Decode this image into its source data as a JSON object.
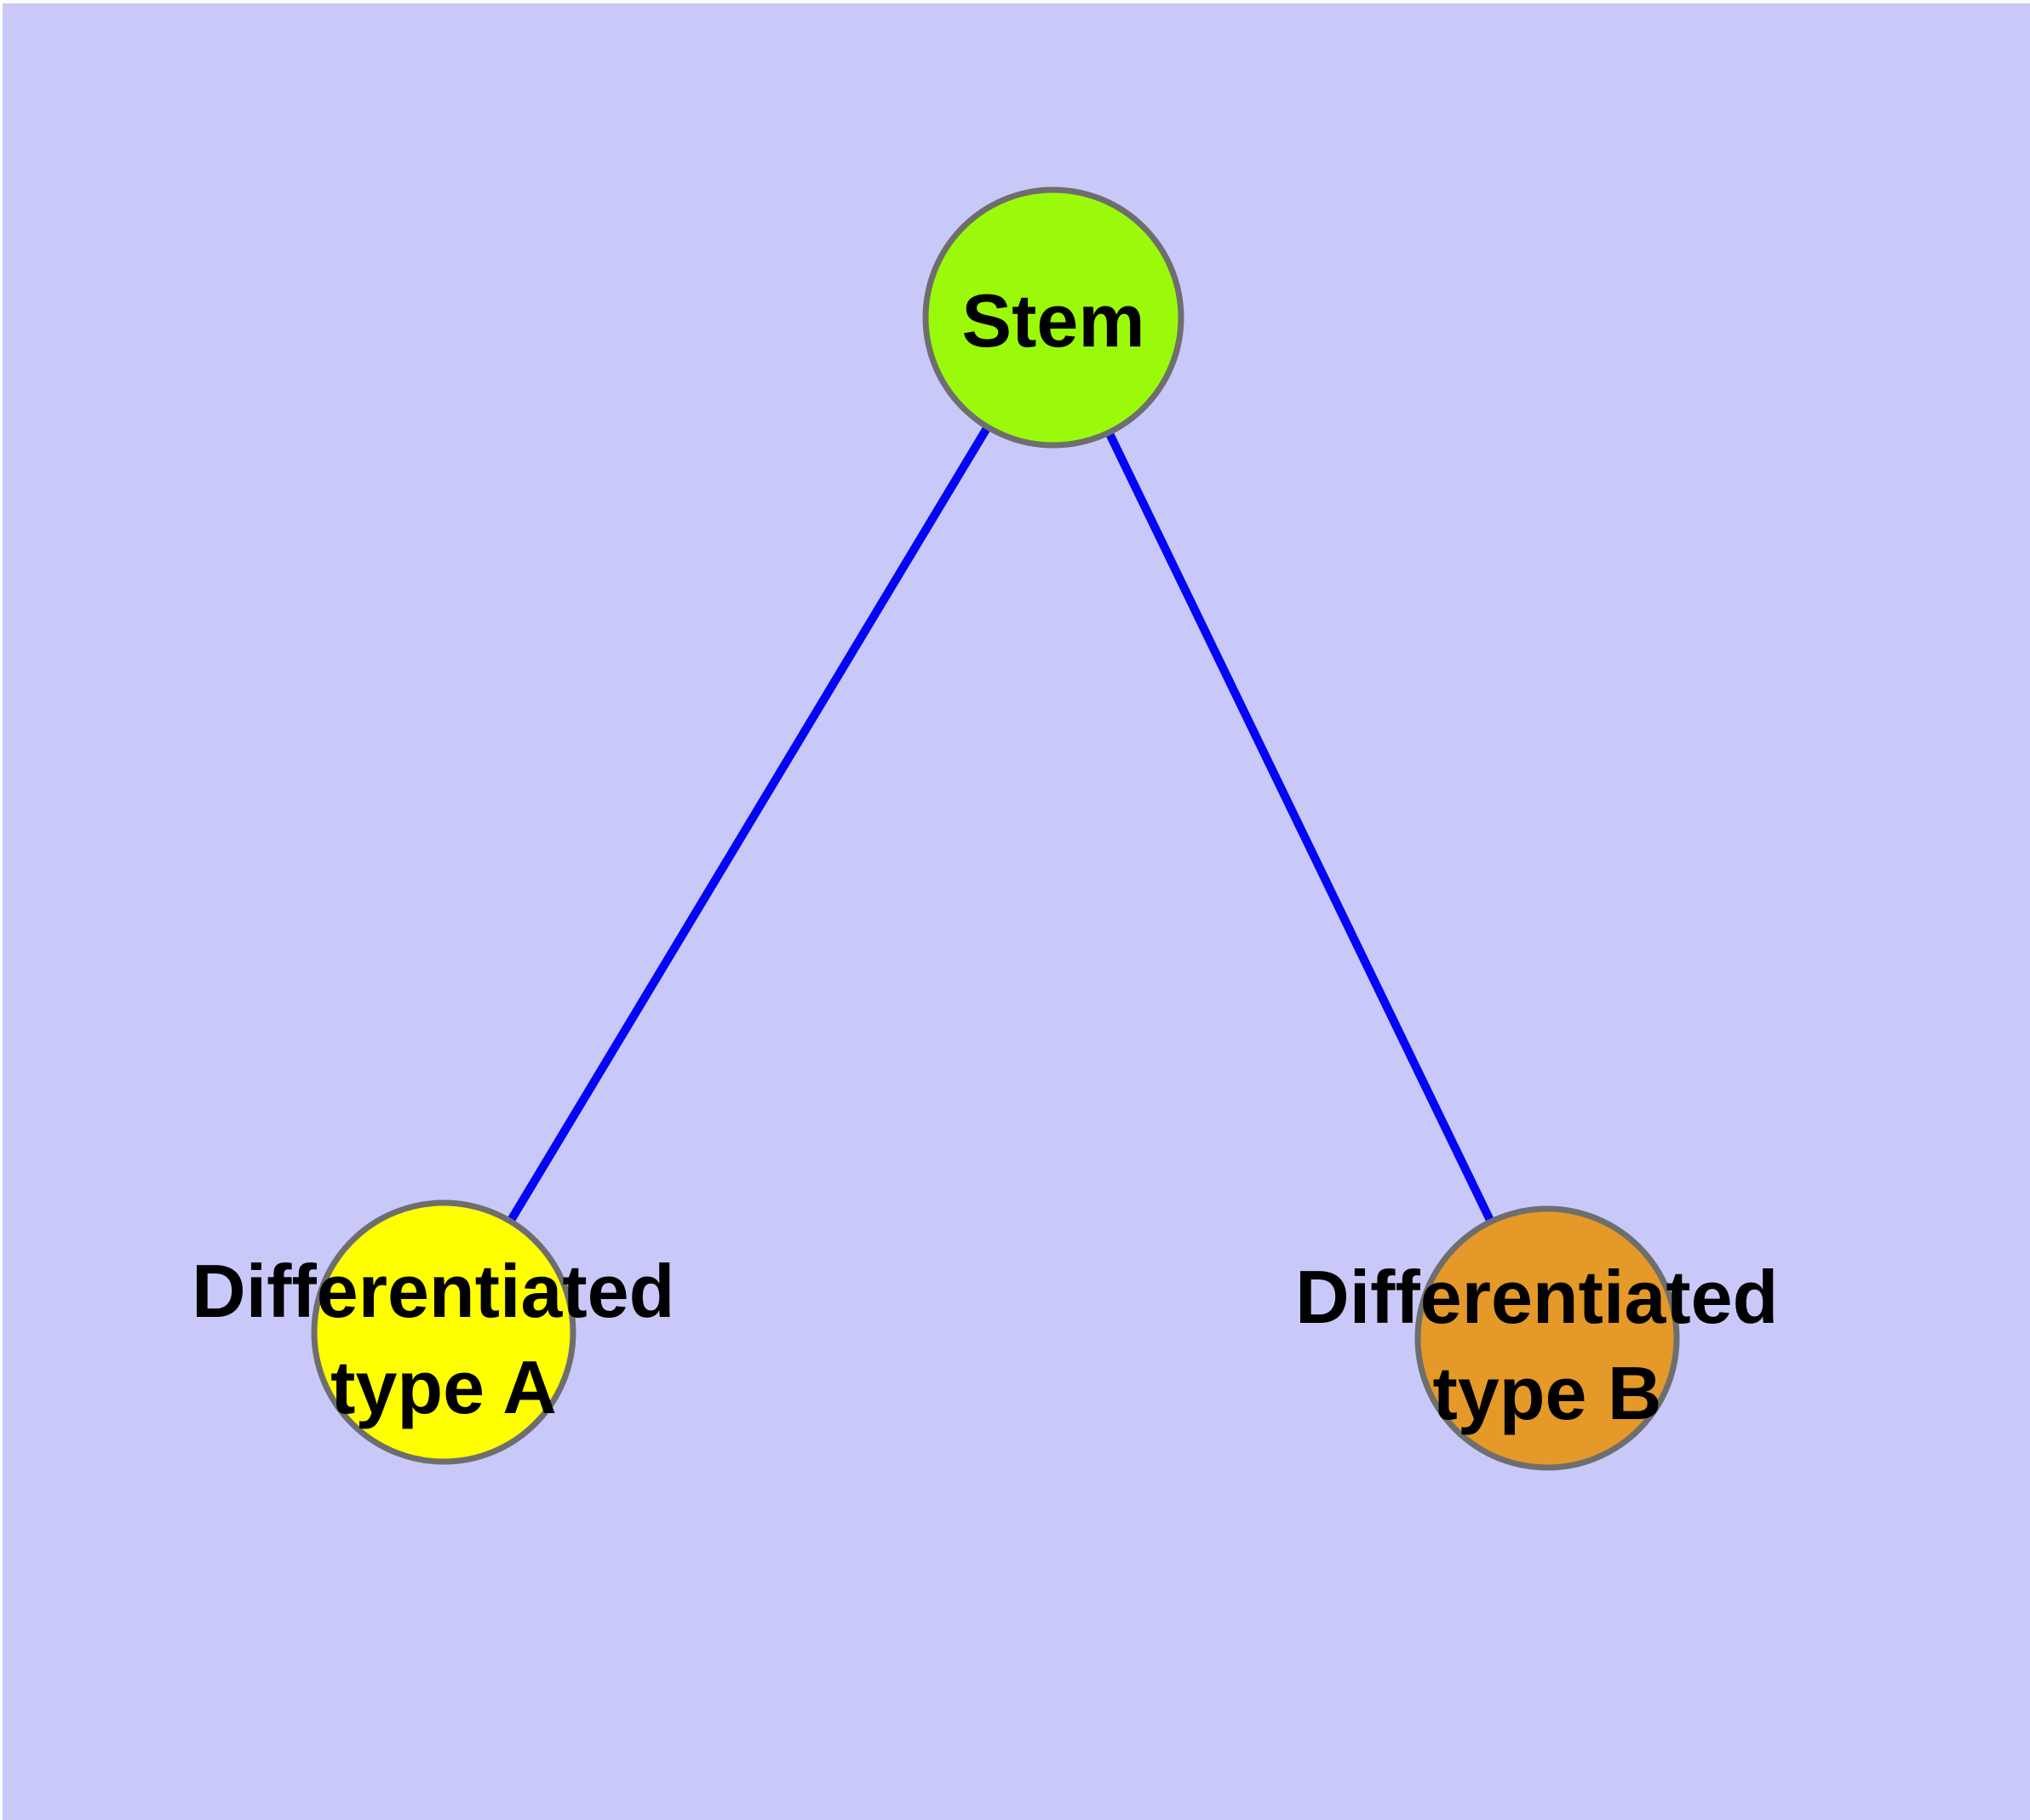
{
  "canvas": {
    "frame_color": "#FFFFFF",
    "background_color": "#C9C9F9"
  },
  "graph": {
    "label_text_color": "#000000",
    "nodes": {
      "stem": {
        "label": "Stem",
        "fill_color": "#9BFA0A",
        "border_color": "#6E6E6E"
      },
      "type_a": {
        "label_lines": [
          "Differentiated",
          "type A"
        ],
        "fill_color": "#FFFF00",
        "border_color": "#6E6E6E"
      },
      "type_b": {
        "label_lines": [
          "Differentiated",
          "type B"
        ],
        "fill_color": "#E49928",
        "border_color": "#6E6E6E"
      }
    },
    "edges": {
      "color": "#0505F5",
      "items": [
        {
          "from": "Stem",
          "to": "Differentiated type A"
        },
        {
          "from": "Stem",
          "to": "Differentiated type B"
        }
      ]
    }
  }
}
